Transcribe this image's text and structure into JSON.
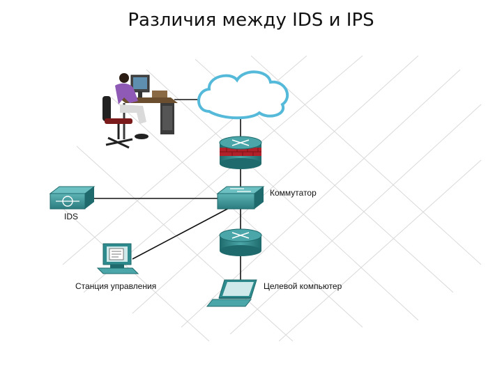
{
  "title": "Различия между IDS и IPS",
  "labels": {
    "switch": "Коммутатор",
    "ids": "IDS",
    "station": "Станция управления",
    "target": "Целевой компьютер"
  },
  "colors": {
    "device": "#2e8b8d",
    "device_dark": "#1f6a6c",
    "firewall_band": "#b0212a",
    "cloud_stroke": "#4fb7d9",
    "link": "#111111",
    "grid": "#d6d6d6"
  }
}
